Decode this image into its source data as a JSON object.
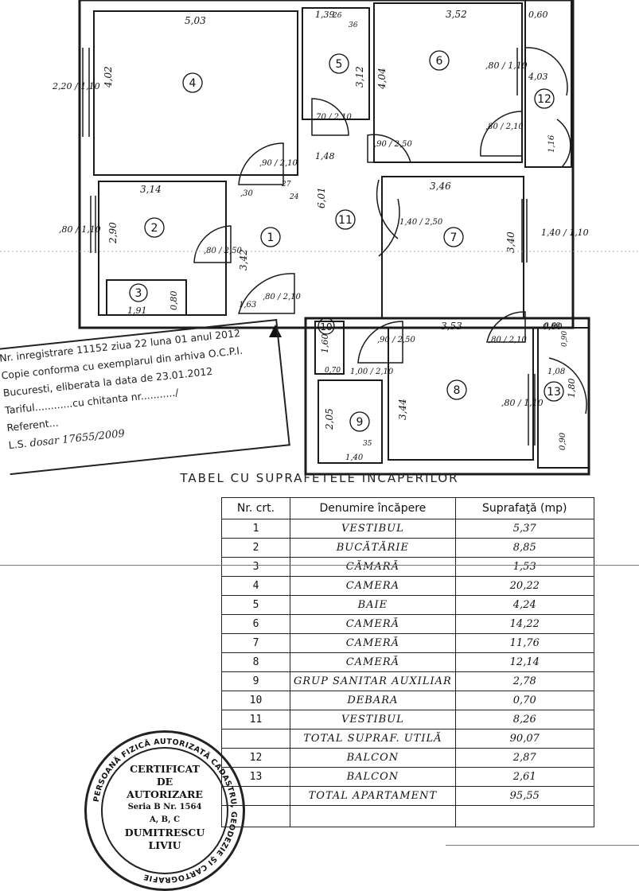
{
  "floor_plan": {
    "rooms": [
      {
        "num": "4",
        "width": "5,03",
        "side": "4,02"
      },
      {
        "num": "5",
        "width": "1,39",
        "side": "3,12"
      },
      {
        "num": "6",
        "width": "3,52",
        "side": "4,04"
      },
      {
        "num": "12",
        "width": "0,60",
        "side": "4,03"
      },
      {
        "num": "2",
        "width": "3,14",
        "side": "2,90"
      },
      {
        "num": "1",
        "width": "",
        "side": "3,42"
      },
      {
        "num": "11",
        "width": "",
        "side": "6,01"
      },
      {
        "num": "7",
        "width": "3,46",
        "side": "3,40"
      },
      {
        "num": "3",
        "width": "1,91",
        "side": "0,80"
      },
      {
        "num": "10",
        "width": "",
        "side": "1,60"
      },
      {
        "num": "9",
        "width": "",
        "side": "2,05"
      },
      {
        "num": "8",
        "width": "3,53",
        "side": "3,44"
      },
      {
        "num": "13",
        "width": "0,80",
        "side": "1,80"
      }
    ],
    "window_labels": [
      "2,20 / 1,10",
      ",80 / 1,10",
      ",80 / 1,10",
      "1,40 / 1,10",
      ",80 / 1,10"
    ],
    "door_labels": [
      ",90 / 2,10",
      ",70 / 2,10",
      ",90 / 2,50",
      ",80 / 2,10",
      ",80 / 2,50",
      "1,40 / 2,50",
      ",80 / 2,10",
      ",90 / 2,50",
      ",80 / 2,10",
      "1,00 / 2,10"
    ],
    "misc_labels": [
      "26",
      "36",
      "1,48",
      "1,16",
      "1,08",
      "0,90",
      "1,63",
      "0,60",
      "0,90",
      "1,40",
      "0,70",
      ",30",
      "27",
      "24",
      "35"
    ]
  },
  "stamp": {
    "lines": [
      "Nr. inregistrare 11152 ziua 22 luna 01 anul 2012",
      "Copie conforma cu exemplarul din arhiva O.C.P.I.",
      "Bucuresti, eliberata la data de 23.01.2012",
      "Tariful............cu chitanta nr.........../",
      "Referent...",
      "L.S."
    ],
    "handwritten": "dosar 17655/2009"
  },
  "table": {
    "title": "TABEL CU SUPRAFETELE INCAPERILOR",
    "headers": [
      "Nr. crt.",
      "Denumire încăpere",
      "Suprafaţă (mp)"
    ],
    "rows": [
      {
        "nr": "1",
        "name": "VESTIBUL",
        "area": "5,37"
      },
      {
        "nr": "2",
        "name": "BUCĂTĂRIE",
        "area": "8,85"
      },
      {
        "nr": "3",
        "name": "CĂMARĂ",
        "area": "1,53"
      },
      {
        "nr": "4",
        "name": "CAMERA",
        "area": "20,22"
      },
      {
        "nr": "5",
        "name": "BAIE",
        "area": "4,24"
      },
      {
        "nr": "6",
        "name": "CAMERĂ",
        "area": "14,22"
      },
      {
        "nr": "7",
        "name": "CAMERĂ",
        "area": "11,76"
      },
      {
        "nr": "8",
        "name": "CAMERĂ",
        "area": "12,14"
      },
      {
        "nr": "9",
        "name": "GRUP SANITAR AUXILIAR",
        "area": "2,78"
      },
      {
        "nr": "10",
        "name": "DEBARA",
        "area": "0,70"
      },
      {
        "nr": "11",
        "name": "VESTIBUL",
        "area": "8,26"
      },
      {
        "nr": "",
        "name": "TOTAL SUPRAF. UTILĂ",
        "area": "90,07"
      },
      {
        "nr": "12",
        "name": "BALCON",
        "area": "2,87"
      },
      {
        "nr": "13",
        "name": "BALCON",
        "area": "2,61"
      },
      {
        "nr": "",
        "name": "TOTAL APARTAMENT",
        "area": "95,55"
      },
      {
        "nr": "",
        "name": "",
        "area": ""
      }
    ]
  },
  "seal": {
    "ring_text": "PERSOANĂ FIZICĂ AUTORIZATĂ CADASTRU, GEODEZIE ŞI CARTOGRAFIE",
    "line1": "CERTIFICAT",
    "line2": "DE",
    "line3": "AUTORIZARE",
    "line4": "Seria B Nr. 1564",
    "line5": "A, B, C",
    "line6": "DUMITRESCU",
    "line7": "LIVIU"
  }
}
